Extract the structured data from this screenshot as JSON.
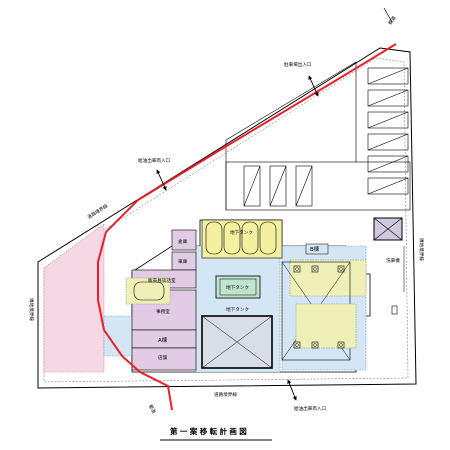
{
  "title": "第一案移転計画図",
  "labels": {
    "road_top_right": "都道",
    "road_bottom_left": "都道",
    "entrance_top_right": "駐車場出入口",
    "entrance_left": "給油出車両入口",
    "entrance_bottom": "給油出車両入口",
    "boundary_top": "道路境界線",
    "boundary_left": "隣地境界線",
    "boundary_right": "隣地境界線",
    "boundary_bottom": "道路境界線",
    "storage": "倉庫",
    "garage": "車庫",
    "sales_lounge": "販売員談話室",
    "office": "事務室",
    "building_a": "A棟",
    "shop": "店舗",
    "underground_tank_1": "地下タンク",
    "underground_tank_2": "地下タンク",
    "underground_tank_3": "地下タンク",
    "building_b": "B棟",
    "car_wash": "洗車機"
  },
  "colors": {
    "road_line": "#e8202a",
    "pink_zone": "#f6d8e4",
    "purple_room": "#e2cbe4",
    "blue_zone": "#d4e6f4",
    "yellow_tank": "#f4f0a0",
    "green_tank": "#bfe4cf",
    "lattice_box": "#d0c8dc"
  }
}
